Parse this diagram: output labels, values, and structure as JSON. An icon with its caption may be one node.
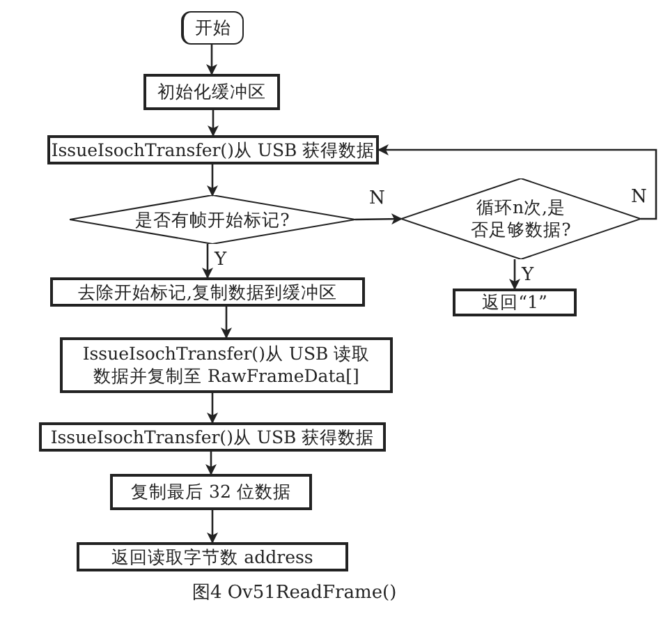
{
  "diagram": {
    "caption": "图4 Ov51ReadFrame()",
    "nodes": [
      {
        "text": [
          "开始"
        ]
      },
      {
        "text": [
          "初始化缓冲区"
        ]
      },
      {
        "text": [
          "IssueIsochTransfer()从 USB 获得数据"
        ]
      },
      {
        "text": [
          "是否有帧开始标记?"
        ]
      },
      {
        "text": [
          "循环n次,是否足够数据?"
        ]
      },
      {
        "text": [
          "返回“1”"
        ]
      },
      {
        "text": [
          "去除开始标记,复制数据到缓冲区"
        ]
      },
      {
        "text": [
          "IssueIsochTransfer()从 USB 读取数据并复制至 RawFrameData[]"
        ]
      },
      {
        "text": [
          "IssueIsochTransfer()从 USB 获得数据"
        ]
      },
      {
        "text": [
          "复制最后 32 位数据"
        ]
      },
      {
        "text": [
          "返回读取字节数 address"
        ]
      }
    ],
    "edges": [
      {
        "from": 0,
        "to": 1,
        "arrow": "to"
      },
      {
        "from": 1,
        "to": 2,
        "arrow": "to"
      },
      {
        "from": 2,
        "to": 3,
        "arrow": "to"
      },
      {
        "from": 3,
        "to": 4,
        "arrow": "to",
        "label": "N"
      },
      {
        "from": 3,
        "to": 6,
        "arrow": "to",
        "label": "Y"
      },
      {
        "from": 4,
        "to": 5,
        "arrow": "to",
        "label": "Y"
      },
      {
        "from": 4,
        "to": 2,
        "arrow": "to",
        "label": "N"
      },
      {
        "from": 6,
        "to": 7,
        "arrow": "to"
      },
      {
        "from": 7,
        "to": 8,
        "arrow": "to"
      },
      {
        "from": 8,
        "to": 9,
        "arrow": "to"
      },
      {
        "from": 9,
        "to": 10,
        "arrow": "to"
      }
    ]
  }
}
